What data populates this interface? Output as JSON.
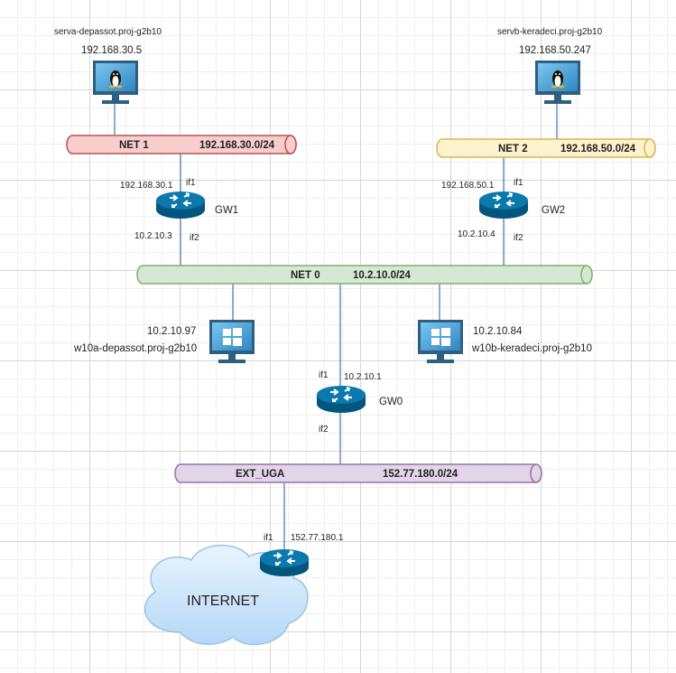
{
  "hosts": {
    "serva": {
      "name": "serva-depassot.proj-g2b10",
      "ip": "192.168.30.5"
    },
    "servb": {
      "name": "servb-keradeci.proj-g2b10",
      "ip": "192.168.50.247"
    },
    "w10a": {
      "name": "w10a-depassot.proj-g2b10",
      "ip": "10.2.10.97"
    },
    "w10b": {
      "name": "w10b-keradeci.proj-g2b10",
      "ip": "10.2.10.84"
    }
  },
  "networks": {
    "net1": {
      "name": "NET 1",
      "subnet": "192.168.30.0/24",
      "color": "#f8cecc",
      "stroke": "#b85450"
    },
    "net2": {
      "name": "NET 2",
      "subnet": "192.168.50.0/24",
      "color": "#fff2cc",
      "stroke": "#d6b656"
    },
    "net0": {
      "name": "NET 0",
      "subnet": "10.2.10.0/24",
      "color": "#d5e8d4",
      "stroke": "#82b366"
    },
    "ext": {
      "name": "EXT_UGA",
      "subnet": "152.77.180.0/24",
      "color": "#e1d5e7",
      "stroke": "#9673a6"
    }
  },
  "routers": {
    "gw1": {
      "name": "GW1",
      "if1_label": "if1",
      "if1_ip": "192.168.30.1",
      "if2_label": "if2",
      "if2_ip": "10.2.10.3"
    },
    "gw2": {
      "name": "GW2",
      "if1_label": "if1",
      "if1_ip": "192.168.50.1",
      "if2_label": "if2",
      "if2_ip": "10.2.10.4"
    },
    "gw0": {
      "name": "GW0",
      "if1_label": "if1",
      "if1_ip": "10.2.10.1",
      "if2_label": "if2"
    },
    "inet": {
      "if1_label": "if1",
      "if1_ip": "152.77.180.1"
    }
  },
  "internet": {
    "label": "INTERNET"
  },
  "colors": {
    "router": "#036897",
    "monitor": "#2b5a7a",
    "screen": "#4fa8d8",
    "link": "#6c8ebf"
  }
}
